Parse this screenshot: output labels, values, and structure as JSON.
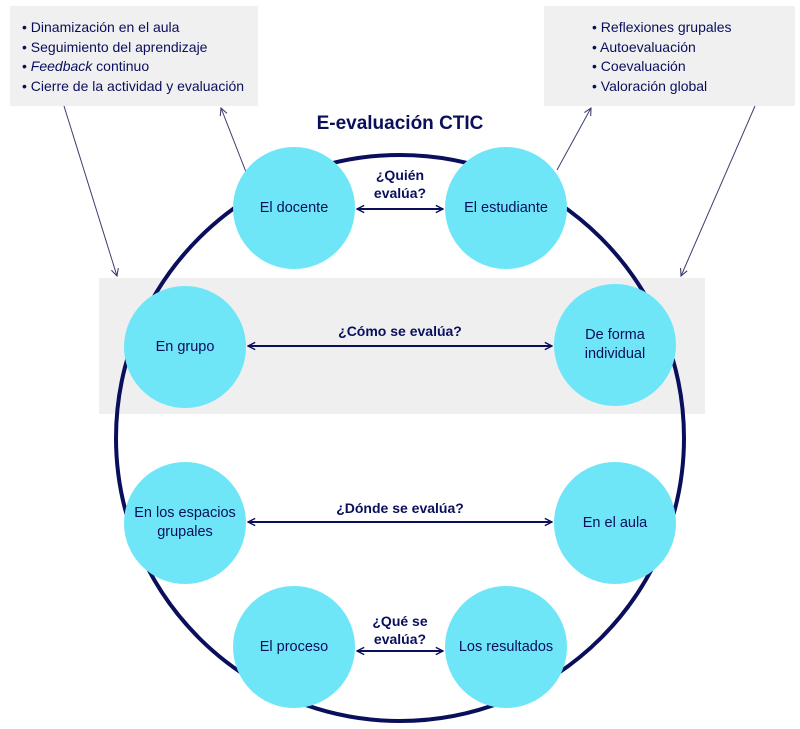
{
  "title": "E-evaluación CTIC",
  "left_box": {
    "items": [
      {
        "text": "Dinamización en el aula"
      },
      {
        "text": "Seguimiento del aprendizaje"
      },
      {
        "emph": "Feedback",
        "text": " continuo"
      },
      {
        "text": "Cierre de la actividad y evaluación"
      }
    ]
  },
  "right_box": {
    "items": [
      {
        "text": "Reflexiones grupales"
      },
      {
        "text": "Autoevaluación"
      },
      {
        "text": "Coevaluación"
      },
      {
        "text": "Valoración global"
      }
    ]
  },
  "rows": {
    "quien": {
      "question_line1": "¿Quién",
      "question_line2": "evalúa?",
      "left": "El docente",
      "right": "El estudiante"
    },
    "como": {
      "question": "¿Cómo se evalúa?",
      "left": "En grupo",
      "right_line1": "De forma",
      "right_line2": "individual"
    },
    "donde": {
      "question": "¿Dónde se evalúa?",
      "left_line1": "En los espacios",
      "left_line2": "grupales",
      "right": "En el aula"
    },
    "que": {
      "question_line1": "¿Qué se",
      "question_line2": "evalúa?",
      "left": "El proceso",
      "right": "Los resultados"
    }
  },
  "colors": {
    "navy": "#0a0f5c",
    "node_fill": "#6fe6f7",
    "box_gray": "#f0f0f0"
  }
}
